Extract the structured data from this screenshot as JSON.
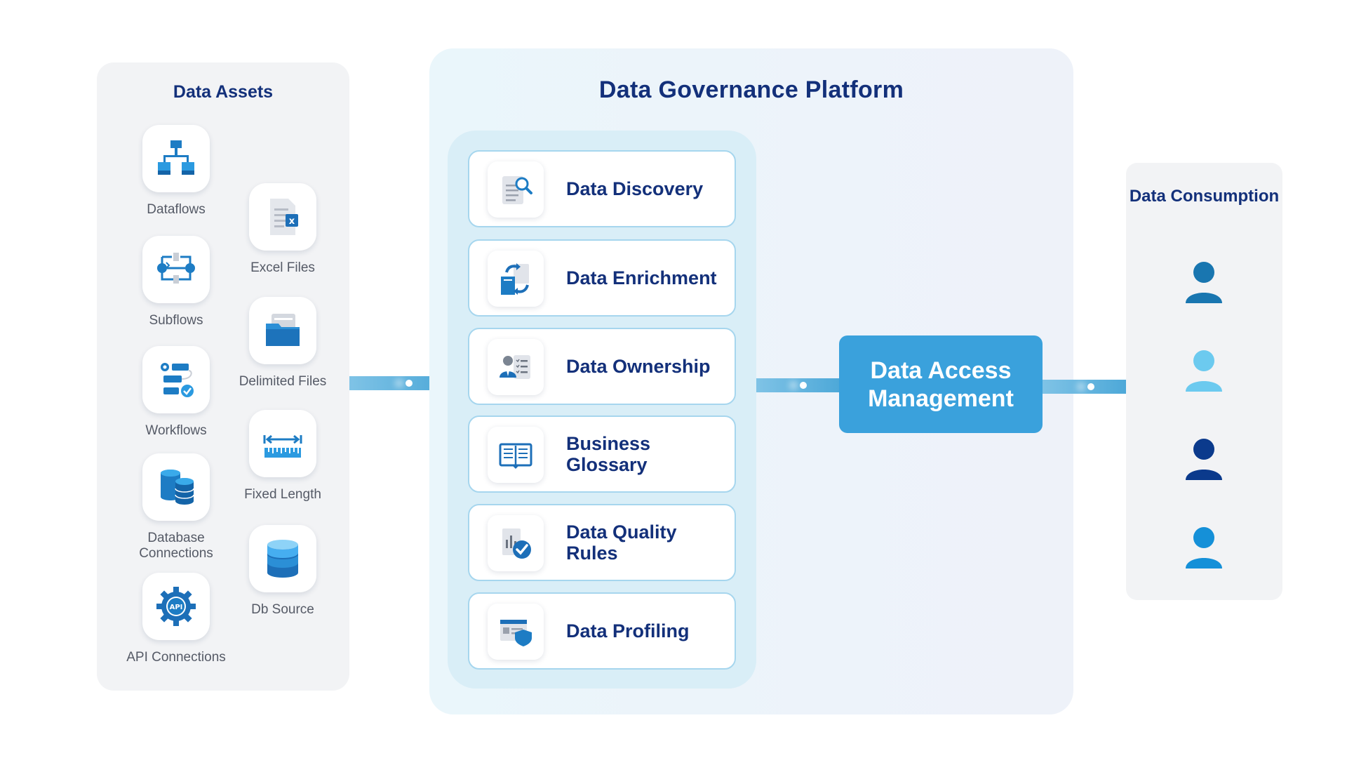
{
  "data_assets": {
    "title": "Data Assets",
    "items": [
      {
        "label": "Dataflows",
        "icon": "dataflows-icon"
      },
      {
        "label": "Excel Files",
        "icon": "excel-file-icon"
      },
      {
        "label": "Subflows",
        "icon": "subflows-icon"
      },
      {
        "label": "Delimited Files",
        "icon": "delimited-files-icon"
      },
      {
        "label": "Workflows",
        "icon": "workflows-icon"
      },
      {
        "label": "Fixed Length",
        "icon": "fixed-length-icon"
      },
      {
        "label": "Database Connections",
        "icon": "database-connections-icon"
      },
      {
        "label": "Db Source",
        "icon": "db-source-icon"
      },
      {
        "label": "API Connections",
        "icon": "api-gear-icon"
      }
    ]
  },
  "platform": {
    "title": "Data Governance Platform",
    "items": [
      {
        "label": "Data Discovery",
        "icon": "document-search-icon"
      },
      {
        "label": "Data Enrichment",
        "icon": "enrichment-arrows-icon"
      },
      {
        "label": "Data Ownership",
        "icon": "owner-checklist-icon"
      },
      {
        "label": "Business Glossary",
        "icon": "open-book-icon"
      },
      {
        "label": "Data Quality Rules",
        "icon": "quality-check-icon"
      },
      {
        "label": "Data Profiling",
        "icon": "profile-shield-icon"
      }
    ]
  },
  "access": {
    "label": "Data Access Management"
  },
  "consumption": {
    "title": "Data Consumption",
    "users": [
      {
        "icon": "user-icon",
        "color": "#1976b0"
      },
      {
        "icon": "user-icon",
        "color": "#6ccaef"
      },
      {
        "icon": "user-icon",
        "color": "#0b3a8c"
      },
      {
        "icon": "user-icon",
        "color": "#1590d8"
      }
    ]
  },
  "colors": {
    "heading": "#13307a",
    "accent": "#3aa1dc",
    "connector": "#4da8d8",
    "card_border": "#a6d6ee"
  }
}
